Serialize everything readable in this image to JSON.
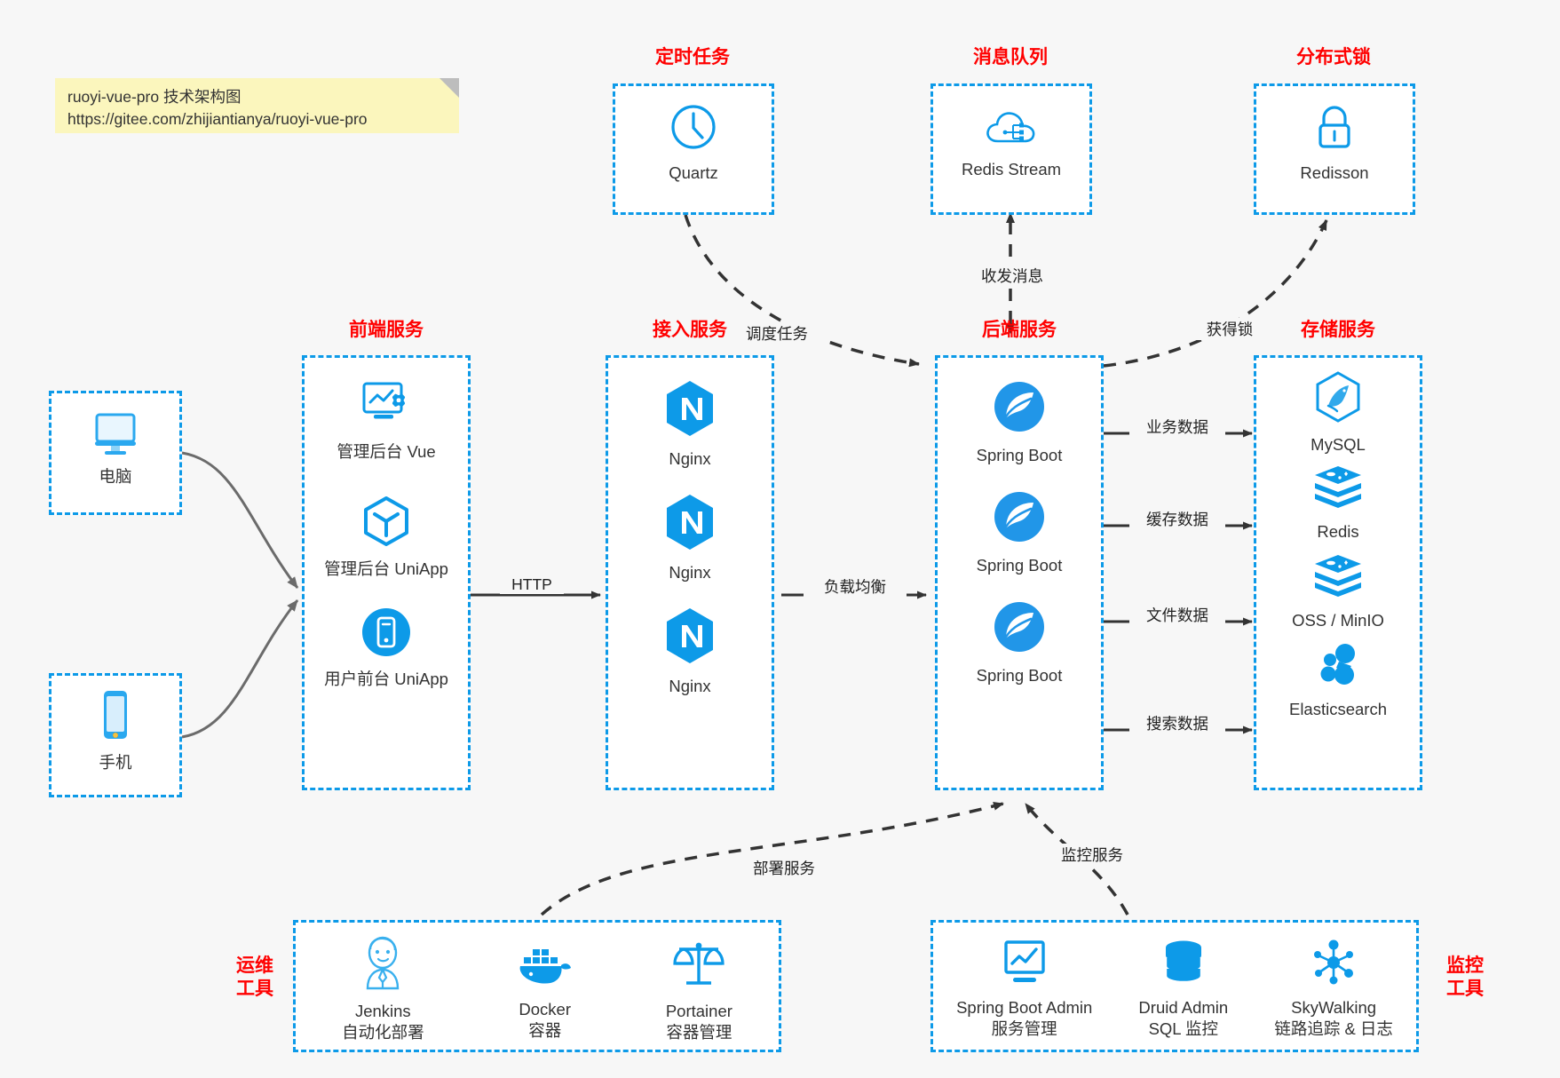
{
  "note": {
    "title": "ruoyi-vue-pro 技术架构图",
    "url": "https://gitee.com/zhijiantianya/ruoyi-vue-pro"
  },
  "groups": {
    "scheduler": {
      "label": "定时任务",
      "nodes": [
        {
          "name": "Quartz",
          "icon": "clock-icon"
        }
      ]
    },
    "mq": {
      "label": "消息队列",
      "nodes": [
        {
          "name": "Redis Stream",
          "icon": "cloud-network-icon"
        }
      ]
    },
    "lock": {
      "label": "分布式锁",
      "nodes": [
        {
          "name": "Redisson",
          "icon": "lock-icon"
        }
      ]
    },
    "clients": {
      "pc": {
        "label": "电脑",
        "icon": "desktop-icon"
      },
      "mobile": {
        "label": "手机",
        "icon": "smartphone-icon"
      }
    },
    "frontend": {
      "label": "前端服务",
      "nodes": [
        {
          "name": "管理后台 Vue",
          "icon": "dashboard-gear-icon"
        },
        {
          "name": "管理后台 UniApp",
          "icon": "cube-icon"
        },
        {
          "name": "用户前台 UniApp",
          "icon": "mobile-circle-icon"
        }
      ]
    },
    "gateway": {
      "label": "接入服务",
      "nodes": [
        {
          "name": "Nginx",
          "icon": "nginx-icon"
        },
        {
          "name": "Nginx",
          "icon": "nginx-icon"
        },
        {
          "name": "Nginx",
          "icon": "nginx-icon"
        }
      ]
    },
    "backend": {
      "label": "后端服务",
      "nodes": [
        {
          "name": "Spring Boot",
          "icon": "spring-leaf-icon"
        },
        {
          "name": "Spring Boot",
          "icon": "spring-leaf-icon"
        },
        {
          "name": "Spring Boot",
          "icon": "spring-leaf-icon"
        }
      ]
    },
    "storage": {
      "label": "存储服务",
      "nodes": [
        {
          "name": "MySQL",
          "icon": "mysql-dolphin-icon"
        },
        {
          "name": "Redis",
          "icon": "redis-stack-icon"
        },
        {
          "name": "OSS / MinIO",
          "icon": "redis-stack-icon"
        },
        {
          "name": "Elasticsearch",
          "icon": "elasticsearch-icon"
        }
      ]
    },
    "devops": {
      "label": "运维\n工具",
      "label_line1": "运维",
      "label_line2": "工具",
      "nodes": [
        {
          "name": "Jenkins",
          "desc": "自动化部署",
          "icon": "jenkins-butler-icon"
        },
        {
          "name": "Docker",
          "desc": "容器",
          "icon": "docker-whale-icon"
        },
        {
          "name": "Portainer",
          "desc": "容器管理",
          "icon": "scales-icon"
        }
      ]
    },
    "monitor": {
      "label_line1": "监控",
      "label_line2": "工具",
      "nodes": [
        {
          "name": "Spring Boot Admin",
          "desc": "服务管理",
          "icon": "monitor-chart-icon"
        },
        {
          "name": "Druid Admin",
          "desc": "SQL 监控",
          "icon": "database-icon"
        },
        {
          "name": "SkyWalking",
          "desc": "链路追踪 & 日志",
          "icon": "skywalking-node-icon"
        }
      ]
    }
  },
  "edges": {
    "schedule_task": "调度任务",
    "send_receive_msg": "收发消息",
    "acquire_lock": "获得锁",
    "http": "HTTP",
    "load_balance": "负载均衡",
    "business_data": "业务数据",
    "cache_data": "缓存数据",
    "file_data": "文件数据",
    "search_data": "搜索数据",
    "deploy_service": "部署服务",
    "monitor_service": "监控服务"
  },
  "colors": {
    "accent_blue": "#0d9ae8",
    "label_red": "#ff0000",
    "note_yellow": "#fbf6bd",
    "background": "#f7f7f7",
    "arrow_dark": "#333333",
    "arrow_gray": "#6b6b6b"
  }
}
